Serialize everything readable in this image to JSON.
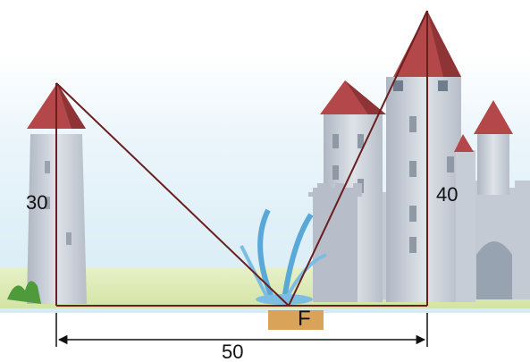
{
  "diagram": {
    "left_tower_height_label": "30",
    "right_tower_height_label": "40",
    "point_label": "F",
    "base_length_label": "50"
  },
  "colors": {
    "sky": "#d9ecf5",
    "grass": "#dbe9b4",
    "roof": "#b3474a",
    "stone": "#c9ced6",
    "line": "#6a1e1e",
    "fountain_base": "#d9a45a",
    "water": "#5aa8d8"
  }
}
